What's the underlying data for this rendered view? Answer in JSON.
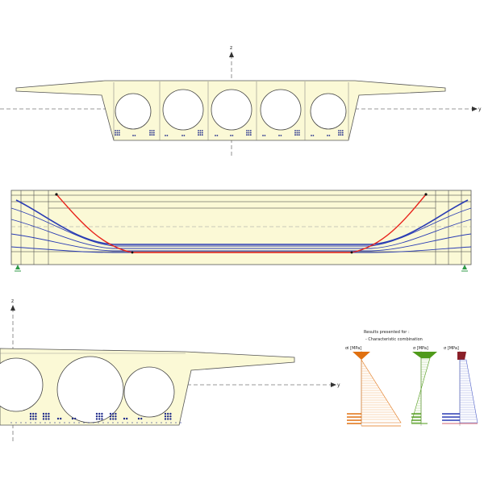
{
  "axes": {
    "top": {
      "z": "z",
      "y": "y"
    },
    "bottom": {
      "z": "z",
      "y": "y"
    }
  },
  "results": {
    "heading": "Results presented for :",
    "combination": "- Characteristic combination",
    "panels": [
      {
        "unit": "σi [MPa]",
        "color": "#e07010"
      },
      {
        "unit": "σ [MPa]",
        "color": "#4f9a1a"
      },
      {
        "unit": "σ [MPa]",
        "color": "#8a1f28"
      }
    ]
  },
  "colors": {
    "concrete_fill": "#fbf9d6",
    "outline": "#555555",
    "tendon_red": "#e8231b",
    "tendon_blue": "#2a3cb4",
    "strand_dots": "#1e2a8a",
    "support": "#2e9a46"
  }
}
